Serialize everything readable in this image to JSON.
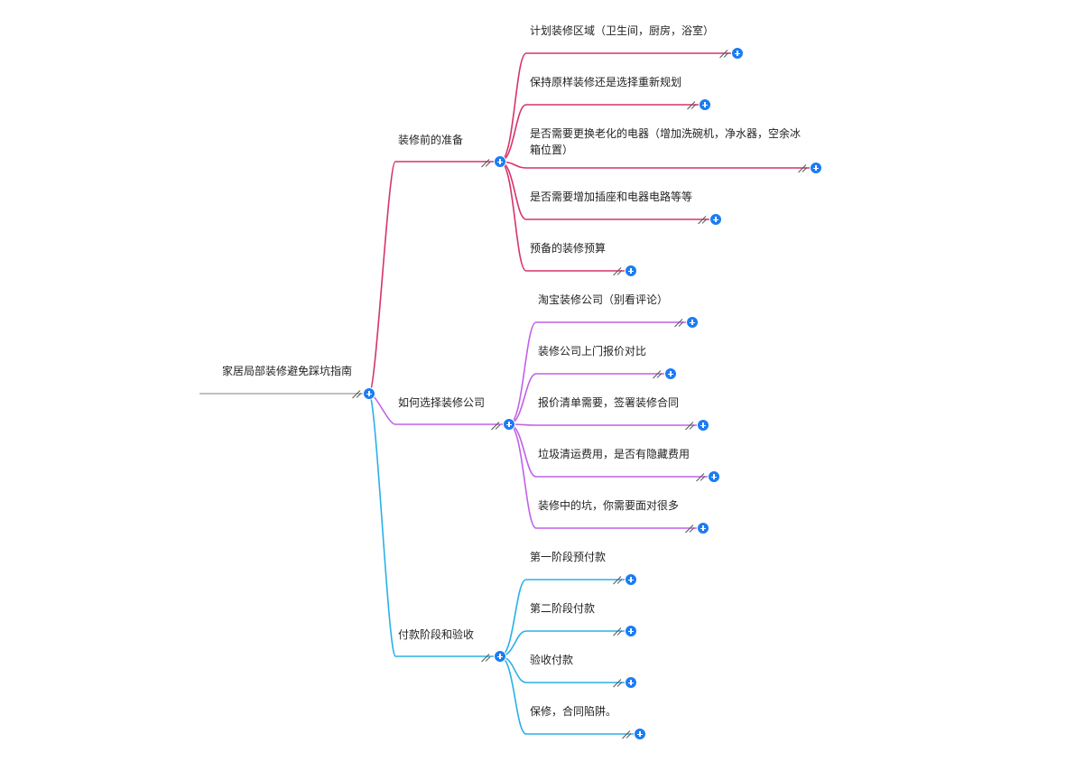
{
  "colors": {
    "root_line": "#9a9a9a",
    "branch_prep": "#d6336c",
    "branch_company": "#c061e8",
    "branch_payment": "#2ab0e8",
    "expander": "#1b7cf4"
  },
  "icons": {
    "expander": "plus-circle-icon",
    "resize": "resize-handle-icon"
  },
  "root": {
    "label": "家居局部装修避免踩坑指南"
  },
  "branches": [
    {
      "label": "装修前的准备",
      "children": [
        "计划装修区域（卫生间，厨房，浴室）",
        "保持原样装修还是选择重新规划",
        "是否需要更换老化的电器（增加洗碗机，净水器，空余冰箱位置）",
        "是否需要增加插座和电器电路等等",
        "预备的装修预算"
      ]
    },
    {
      "label": "如何选择装修公司",
      "children": [
        "淘宝装修公司（别看评论）",
        "装修公司上门报价对比",
        "报价清单需要，签署装修合同",
        "垃圾清运费用，是否有隐藏费用",
        "装修中的坑，你需要面对很多"
      ]
    },
    {
      "label": "付款阶段和验收",
      "children": [
        "第一阶段预付款",
        "第二阶段付款",
        "验收付款",
        "保修，合同陷阱。"
      ]
    }
  ]
}
